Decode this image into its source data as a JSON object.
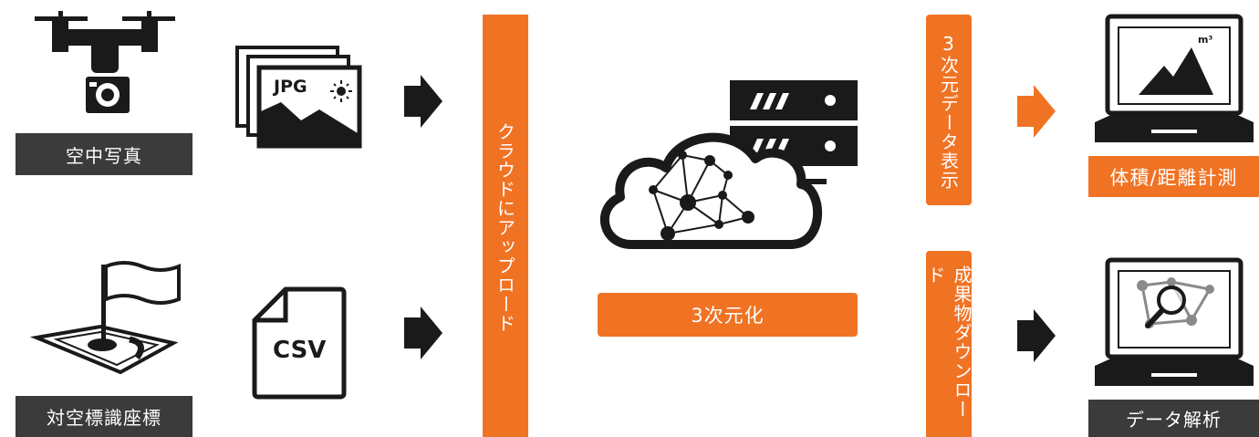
{
  "inputs": {
    "aerial_photo_label": "空中写真",
    "gcp_label": "対空標識座標",
    "jpg_label": "JPG",
    "csv_label": "CSV"
  },
  "cloud": {
    "upload_label": "クラウドにアップロード",
    "process_label": "3次元化"
  },
  "outputs": {
    "display_3d_label": "3次元データ表示",
    "download_label": "成果物ダウンロード",
    "measure_label": "体積/距離計測",
    "analysis_label": "データ解析",
    "unit_label": "m³"
  },
  "colors": {
    "accent": "#f07324",
    "dark": "#1a1a1a",
    "label_bg": "#3b3b3b"
  }
}
